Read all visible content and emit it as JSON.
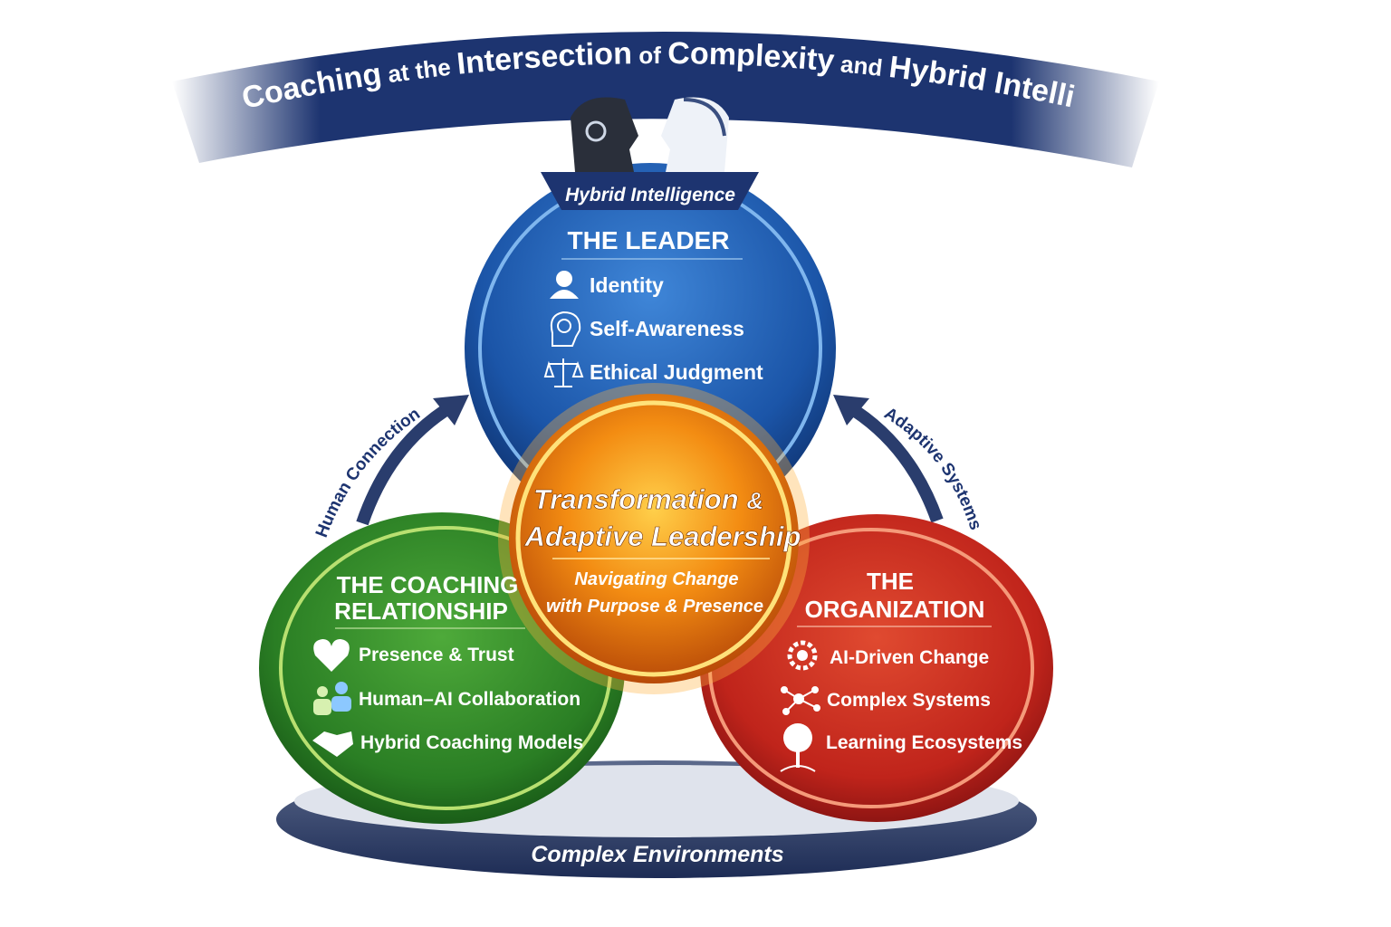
{
  "title": {
    "part1": "Coaching",
    "part2": " at the ",
    "part3": "Intersection",
    "part4": " of ",
    "part5": "Complexity",
    "part6": " and ",
    "part7": "Hybrid Intelligence"
  },
  "badge": "Hybrid Intelligence",
  "leader": {
    "heading": "THE LEADER",
    "items": [
      {
        "label": "Identity",
        "icon": "person-icon"
      },
      {
        "label": "Self-Awareness",
        "icon": "head-brain-icon"
      },
      {
        "label": "Ethical Judgment",
        "icon": "scales-icon"
      }
    ]
  },
  "relationship": {
    "heading1": "THE COACHING",
    "heading2": "RELATIONSHIP",
    "items": [
      {
        "label": "Presence & Trust",
        "icon": "heart-icon"
      },
      {
        "label": "Human–AI Collaboration",
        "icon": "people-icon"
      },
      {
        "label": "Hybrid Coaching Models",
        "icon": "handshake-icon"
      }
    ]
  },
  "organization": {
    "heading1": "THE",
    "heading2": "ORGANIZATION",
    "items": [
      {
        "label": "AI-Driven Change",
        "icon": "gear-icon"
      },
      {
        "label": "Complex Systems",
        "icon": "network-icon"
      },
      {
        "label": "Learning Ecosystems",
        "icon": "tree-icon"
      }
    ]
  },
  "center": {
    "title1": "Transformation",
    "amp": "&",
    "title2": "Adaptive Leadership",
    "sub1": "Navigating Change",
    "sub2": "with Purpose & Presence"
  },
  "arrows": {
    "left": "Human Connection",
    "right": "Adaptive Systems"
  },
  "base": "Complex Environments",
  "colors": {
    "navy": "#1d3470",
    "blue": "#1f5fb5",
    "green": "#2e8a2a",
    "red": "#c7261d",
    "orange": "#f08a10"
  }
}
